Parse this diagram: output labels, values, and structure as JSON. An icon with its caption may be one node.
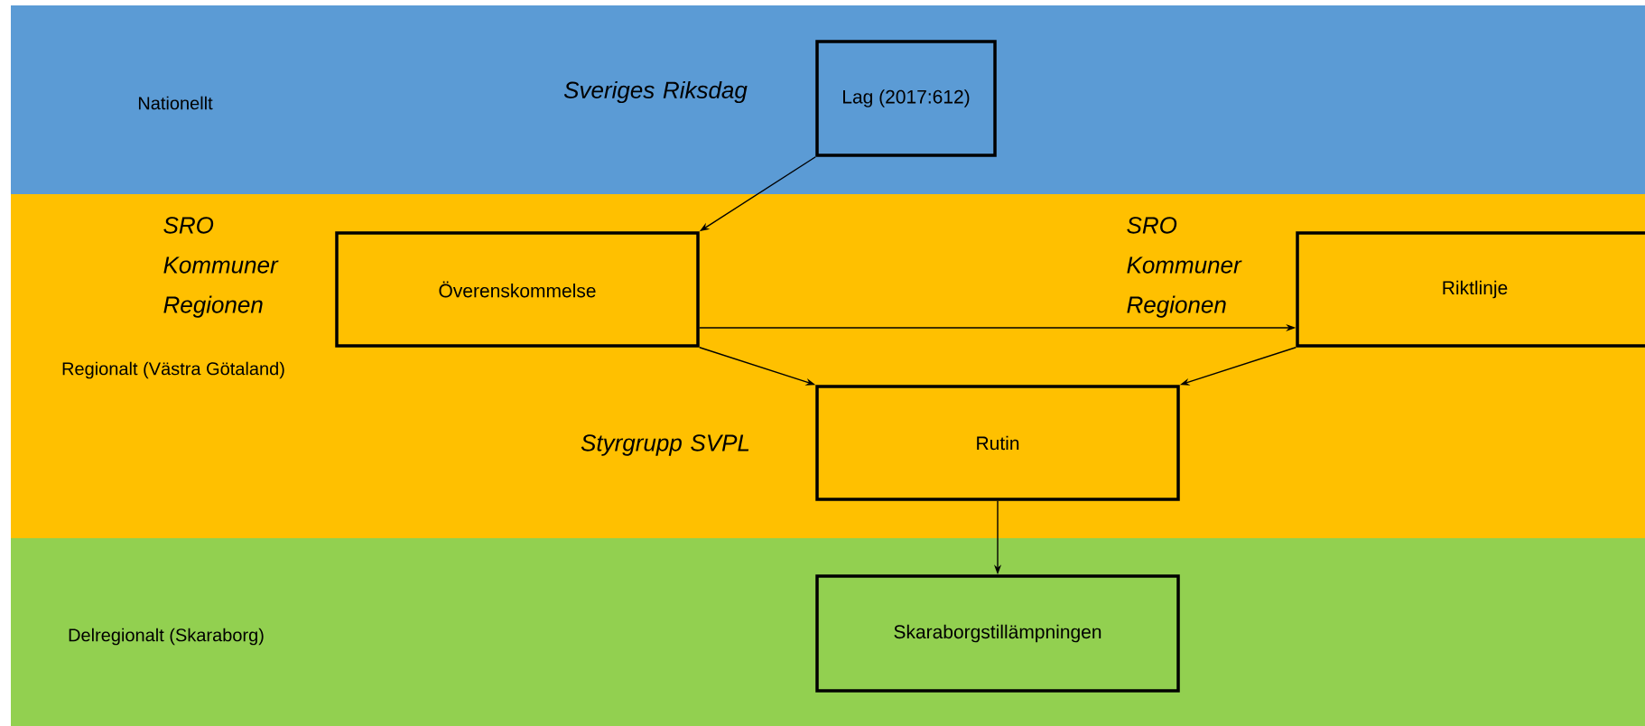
{
  "diagram": {
    "nodes": [
      {
        "text": [
          "Nationellt"
        ]
      },
      {
        "text": [
          "Lag (2017:612)"
        ],
        "in": 0,
        "beside": [
          "Sveriges Riksdag"
        ]
      },
      {
        "text": [
          "Regionalt (Västra Götaland)"
        ]
      },
      {
        "text": [
          "Överenskommelse"
        ],
        "in": 2,
        "beside": [
          "SRO Kommuner Regionen"
        ]
      },
      {
        "text": [
          "Riktlinje"
        ],
        "in": 2,
        "beside": [
          "SRO Kommuner Regionen"
        ]
      },
      {
        "text": [
          "Rutin"
        ],
        "in": 2,
        "beside": [
          "Styrgrupp SVPL"
        ]
      },
      {
        "text": [
          "Delregionalt (Skaraborg)"
        ]
      },
      {
        "text": [
          "Skaraborgstillämpningen"
        ],
        "in": 6
      }
    ],
    "edges": [
      {
        "from": 1,
        "to": 3,
        "arrow": "to"
      },
      {
        "from": 3,
        "to": 4,
        "arrow": "to"
      },
      {
        "from": 3,
        "to": 5,
        "arrow": "to"
      },
      {
        "from": 4,
        "to": 5,
        "arrow": "to"
      },
      {
        "from": 5,
        "to": 7,
        "arrow": "to"
      }
    ]
  }
}
